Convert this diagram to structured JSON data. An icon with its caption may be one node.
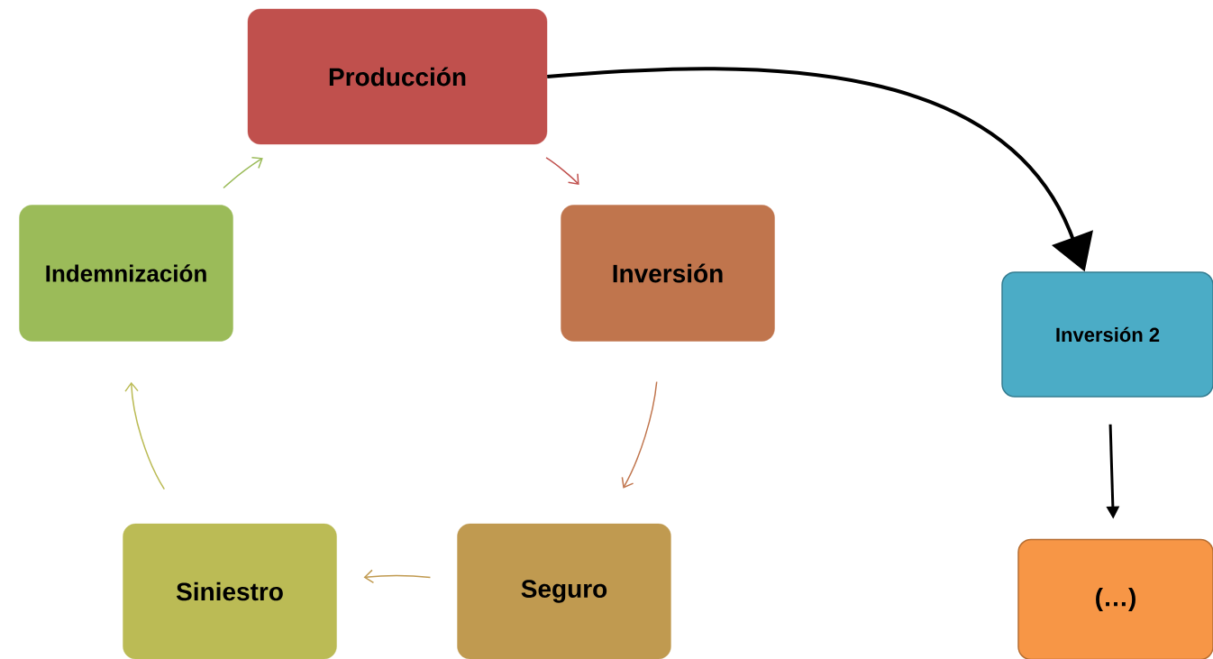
{
  "diagram": {
    "nodes": [
      {
        "text": [
          "Producción"
        ]
      },
      {
        "text": [
          "Inversión"
        ]
      },
      {
        "text": [
          "Seguro"
        ]
      },
      {
        "text": [
          "Siniestro"
        ]
      },
      {
        "text": [
          "Indemnización"
        ]
      },
      {
        "text": [
          "Inversión 2"
        ]
      },
      {
        "text": [
          "(…)"
        ]
      }
    ],
    "edges": [
      {
        "from": 0,
        "to": 1,
        "arrow": "to",
        "color": "#c0504d"
      },
      {
        "from": 1,
        "to": 2,
        "arrow": "to",
        "color": "#c0754d"
      },
      {
        "from": 2,
        "to": 3,
        "arrow": "to",
        "color": "#c09a50"
      },
      {
        "from": 3,
        "to": 4,
        "arrow": "to",
        "color": "#bbbb55"
      },
      {
        "from": 4,
        "to": 0,
        "arrow": "to",
        "color": "#9bbb59"
      },
      {
        "from": 0,
        "to": 5,
        "arrow": "to",
        "style": "thick"
      },
      {
        "from": 5,
        "to": 6,
        "arrow": "to"
      }
    ]
  }
}
